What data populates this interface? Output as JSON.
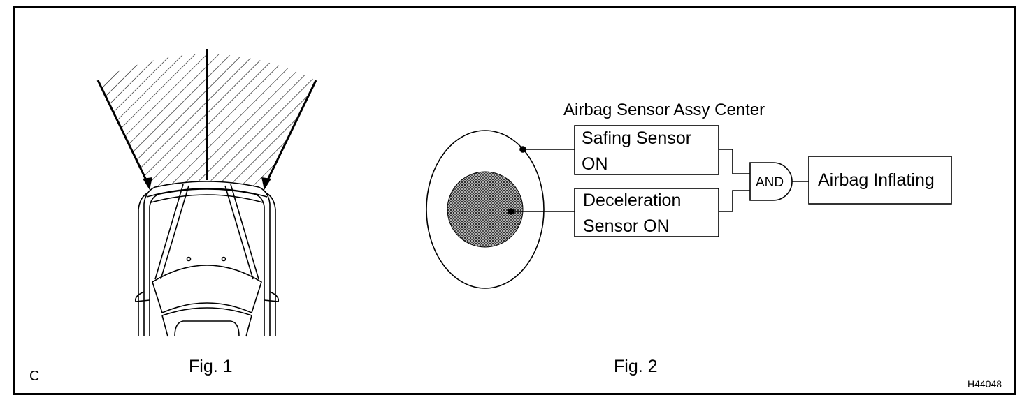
{
  "figure": {
    "corner_letter": "C",
    "figure_id": "H44048",
    "fig1_label": "Fig. 1",
    "fig2_label": "Fig. 2"
  },
  "diagram": {
    "title": "Airbag Sensor Assy Center",
    "safing_sensor": {
      "line1": "Safing Sensor",
      "line2": "ON"
    },
    "deceleration_sensor": {
      "line1": "Deceleration",
      "line2": "Sensor ON"
    },
    "gate_label": "AND",
    "output_label": "Airbag Inflating"
  },
  "colors": {
    "line": "#000000",
    "background": "#ffffff",
    "sensor_fill": "#8c8c8c"
  }
}
